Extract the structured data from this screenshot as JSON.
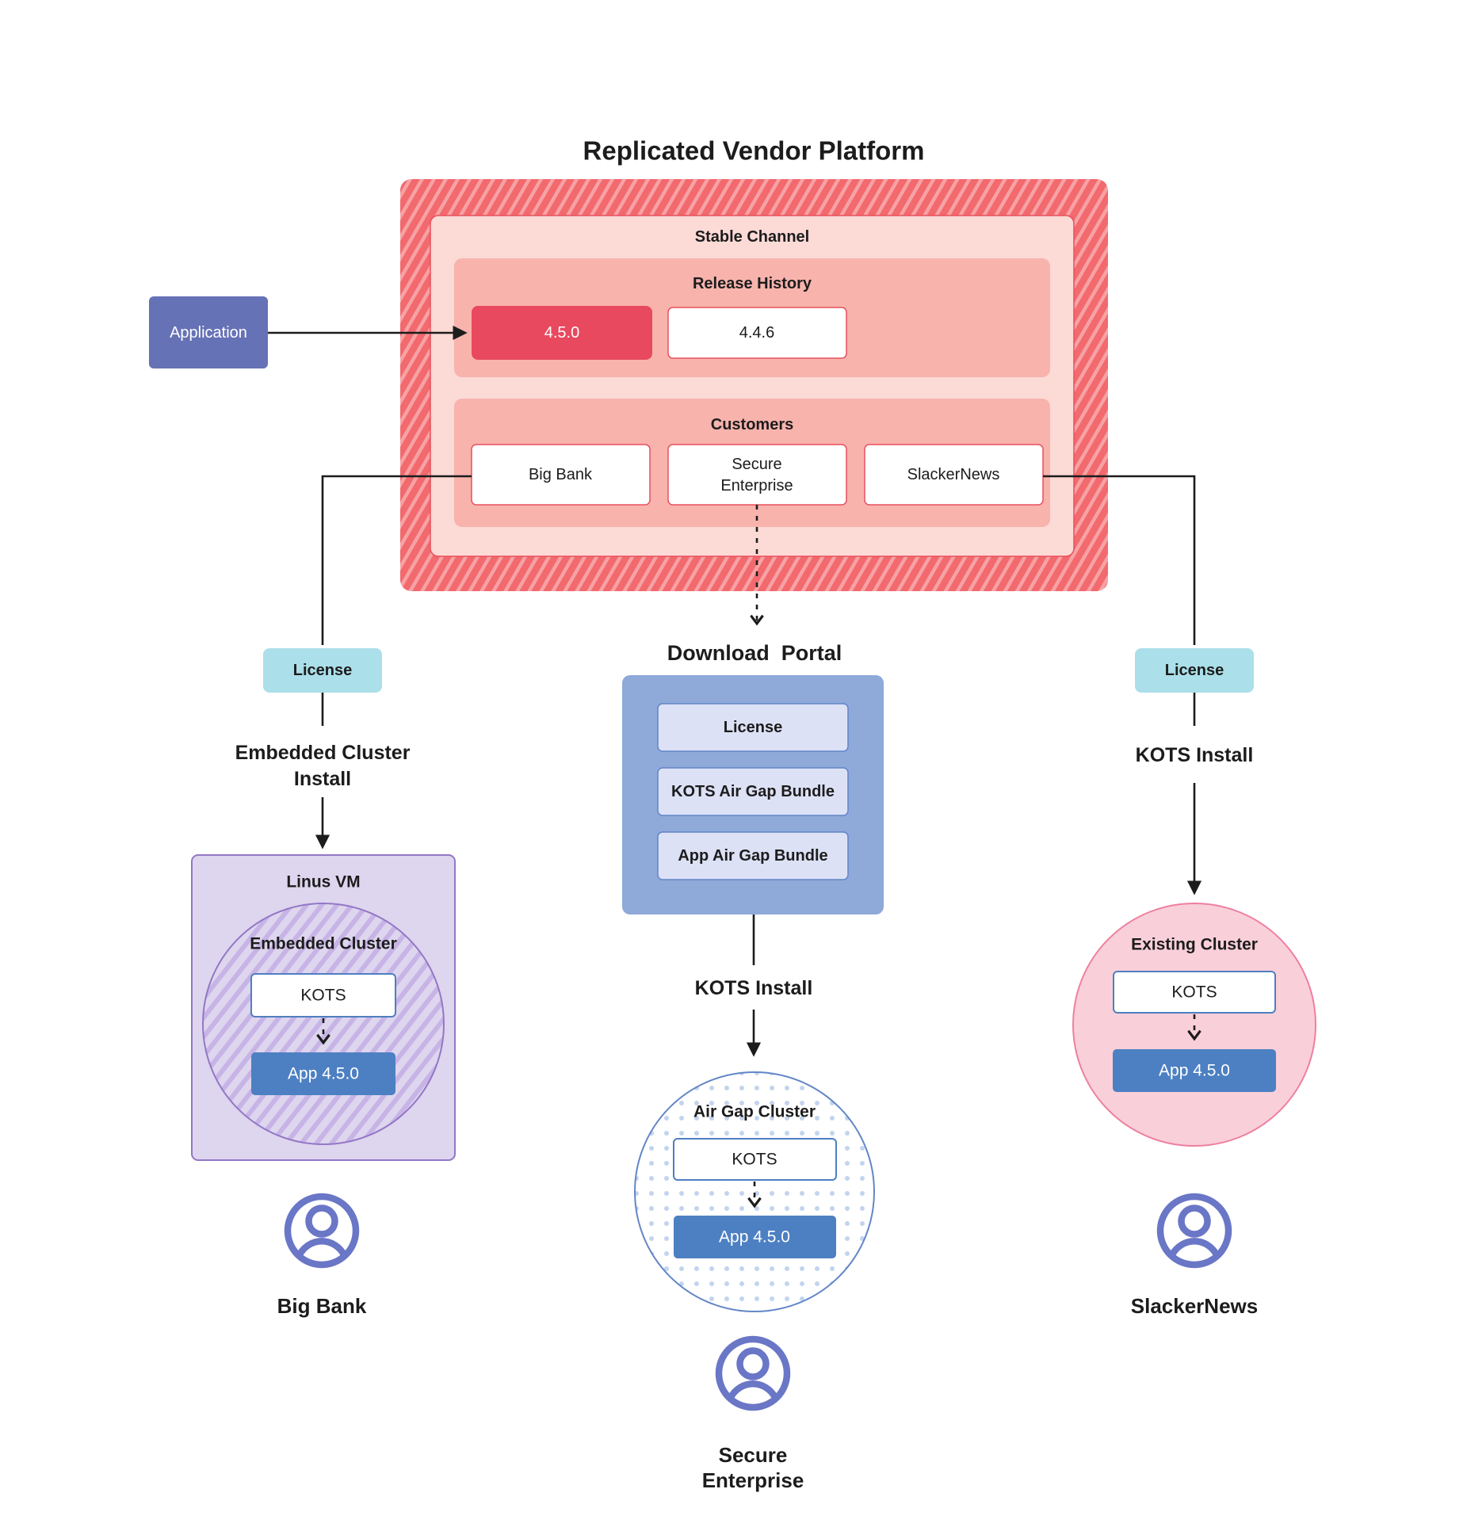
{
  "diagram_title": "Replicated Vendor Platform",
  "platform": {
    "stable_channel_label": "Stable Channel",
    "release_history_label": "Release History",
    "releases": [
      {
        "version": "4.5.0",
        "highlighted": true
      },
      {
        "version": "4.4.6",
        "highlighted": false
      }
    ],
    "customers_label": "Customers",
    "customers": [
      {
        "lines": [
          "Big Bank"
        ]
      },
      {
        "lines": [
          "Secure",
          "Enterprise"
        ]
      },
      {
        "lines": [
          "SlackerNews"
        ]
      }
    ]
  },
  "application_label": "Application",
  "download_portal": {
    "title": "Download  Portal",
    "items": [
      {
        "label": "License"
      },
      {
        "label": "KOTS Air Gap Bundle"
      },
      {
        "label": "App Air Gap Bundle"
      }
    ]
  },
  "left_branch": {
    "license_label": "License",
    "install_lines": [
      "Embedded Cluster",
      "Install"
    ],
    "vm_label": "Linus VM",
    "cluster_label": "Embedded Cluster",
    "kots_label": "KOTS",
    "app_label": "App 4.5.0",
    "persona_lines": [
      "Big Bank"
    ]
  },
  "middle_branch": {
    "install_label": "KOTS Install",
    "cluster_label": "Air Gap Cluster",
    "kots_label": "KOTS",
    "app_label": "App 4.5.0",
    "persona_lines": [
      "Secure",
      "Enterprise"
    ]
  },
  "right_branch": {
    "license_label": "License",
    "install_label": "KOTS Install",
    "cluster_label": "Existing Cluster",
    "kots_label": "KOTS",
    "app_label": "App 4.5.0",
    "persona_lines": [
      "SlackerNews"
    ]
  },
  "colors": {
    "hatch_red_base": "#f2696e",
    "hatch_red_stripe": "#f7a2a4",
    "channel_pink": "#fcdad6",
    "section_salmon": "#f8b3ad",
    "release_highlight_red": "#e8495f",
    "box_border_red": "#e8505c",
    "application_indigo": "#6672b6",
    "license_cyan": "#abdfe9",
    "portal_blue": "#8fa9d9",
    "portal_item_lavender": "#dce1f6",
    "portal_item_border": "#6286c7",
    "vm_purple_fill": "#ded5ee",
    "vm_purple_border": "#9277c5",
    "purple_hatch_stripe": "#c7b4e6",
    "kots_border_blue": "#4e7fc0",
    "app_blue": "#4d80c2",
    "airgap_dot_blue": "#c2d4ee",
    "existing_pink_fill": "#f9cfda",
    "existing_pink_border": "#ee7f9f",
    "persona_indigo": "#6a76c6",
    "text_dark": "#1c1c1c"
  }
}
